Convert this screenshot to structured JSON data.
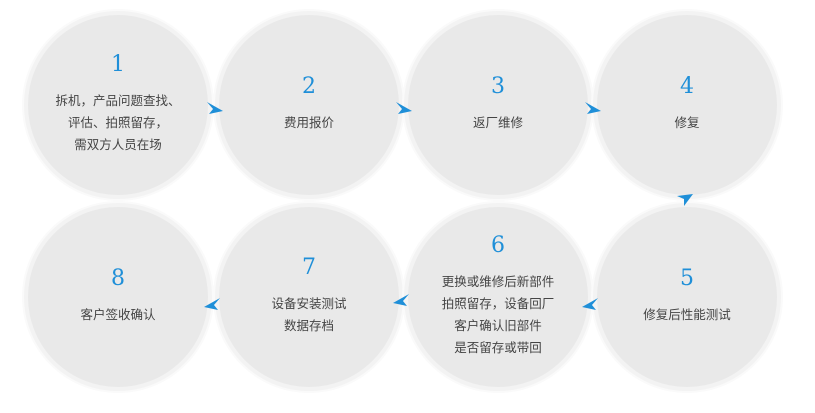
{
  "accent_color": "#1f8fd8",
  "steps": [
    {
      "number": "1",
      "text": "拆机，产品问题查找、\n评估、拍照留存，\n需双方人员在场"
    },
    {
      "number": "2",
      "text": "费用报价"
    },
    {
      "number": "3",
      "text": "返厂维修"
    },
    {
      "number": "4",
      "text": "修复"
    },
    {
      "number": "5",
      "text": "修复后性能测试"
    },
    {
      "number": "6",
      "text": "更换或维修后新部件\n拍照留存，设备回厂\n客户确认旧部件\n是否留存或带回"
    },
    {
      "number": "7",
      "text": "设备安装测试\n数据存档"
    },
    {
      "number": "8",
      "text": "客户签收确认"
    }
  ]
}
